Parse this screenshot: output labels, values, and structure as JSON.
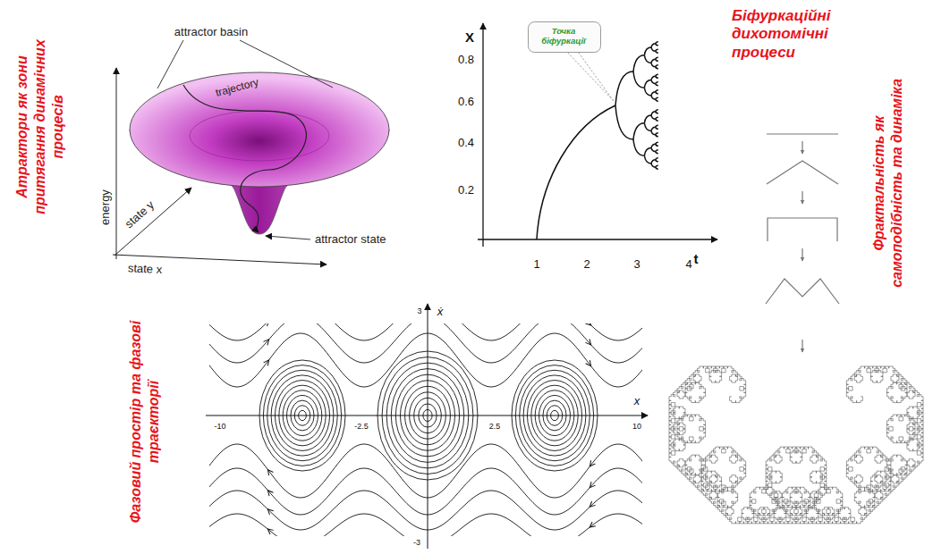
{
  "diagram": {
    "nodes": [
      {
        "text": [
          "Точка біфуркації"
        ]
      }
    ],
    "labels": [
      "Атрактори як зони притягання динамічних процесів",
      "attractor basin",
      "trajectory",
      "energy",
      "state y",
      "state x",
      "attractor state",
      "Біфуркаційні дихотомічні процеси",
      "X",
      "0.8",
      "0.6",
      "0.4",
      "0.2",
      "t",
      "1",
      "2",
      "3",
      "4",
      "Фрактальність як самоподібність та динаміка",
      "Фазовий простір та фазові траєкторії",
      "ẋ",
      "x",
      "-10",
      "-2.5",
      "2.5",
      "10",
      "3",
      "-3"
    ]
  }
}
